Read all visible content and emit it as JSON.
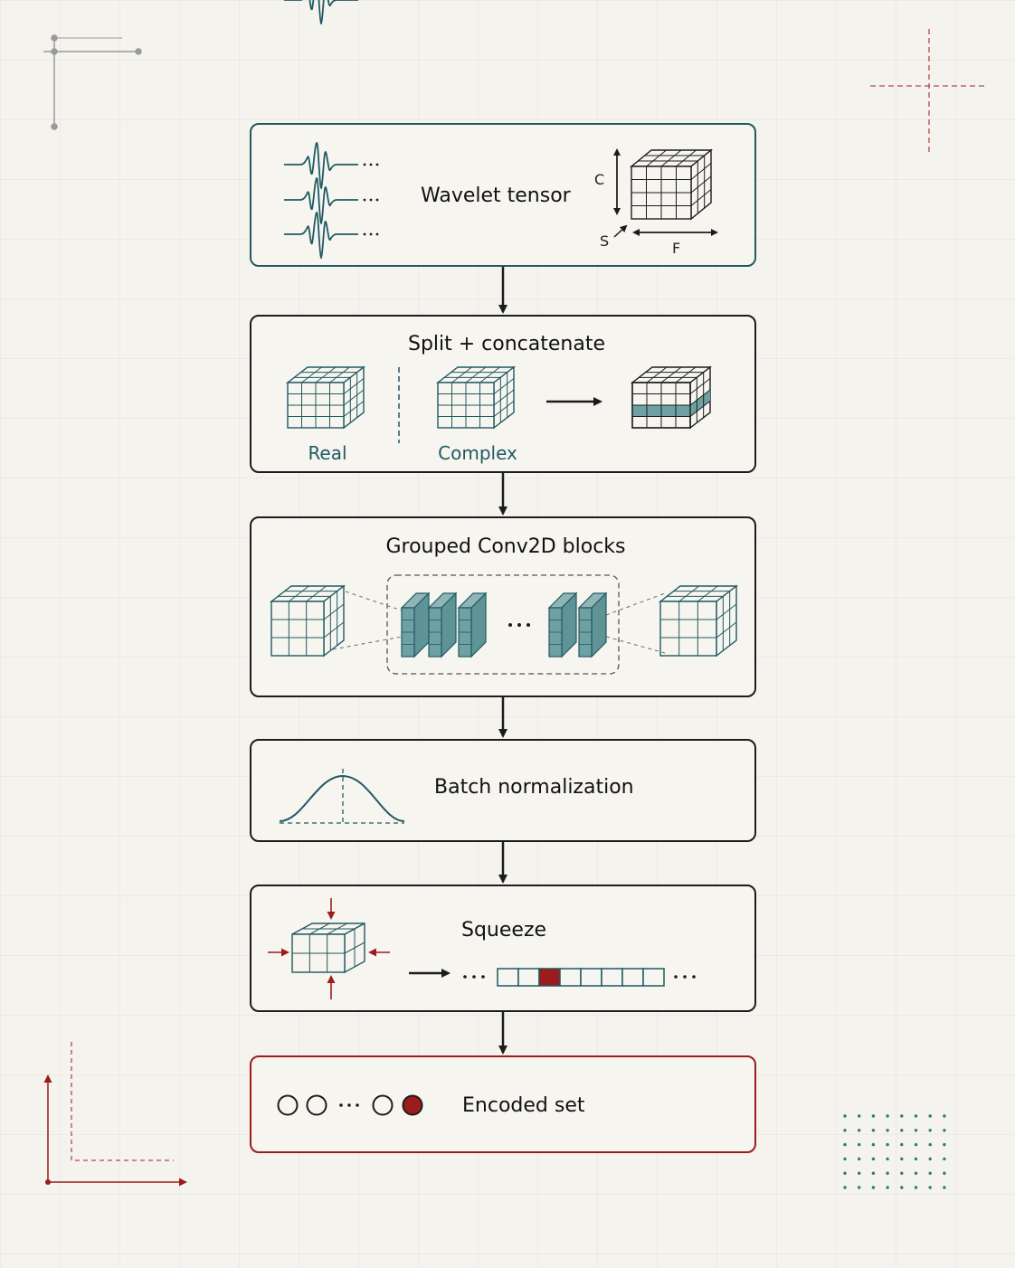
{
  "stages": [
    {
      "id": "wavelet",
      "title": "Wavelet tensor",
      "axes": {
        "c": "C",
        "s": "S",
        "f": "F"
      }
    },
    {
      "id": "split",
      "title": "Split + concatenate",
      "left_label": "Real",
      "right_label": "Complex"
    },
    {
      "id": "conv",
      "title": "Grouped Conv2D blocks"
    },
    {
      "id": "bn",
      "title": "Batch normalization"
    },
    {
      "id": "squeeze",
      "title": "Squeeze"
    },
    {
      "id": "encoded",
      "title": "Encoded set"
    }
  ],
  "colors": {
    "teal": "#1f5a62",
    "teal_fill": "#6fa1a4",
    "red": "#9b1c1c",
    "ink": "#1c1c1c",
    "background": "#f5f3ee"
  }
}
